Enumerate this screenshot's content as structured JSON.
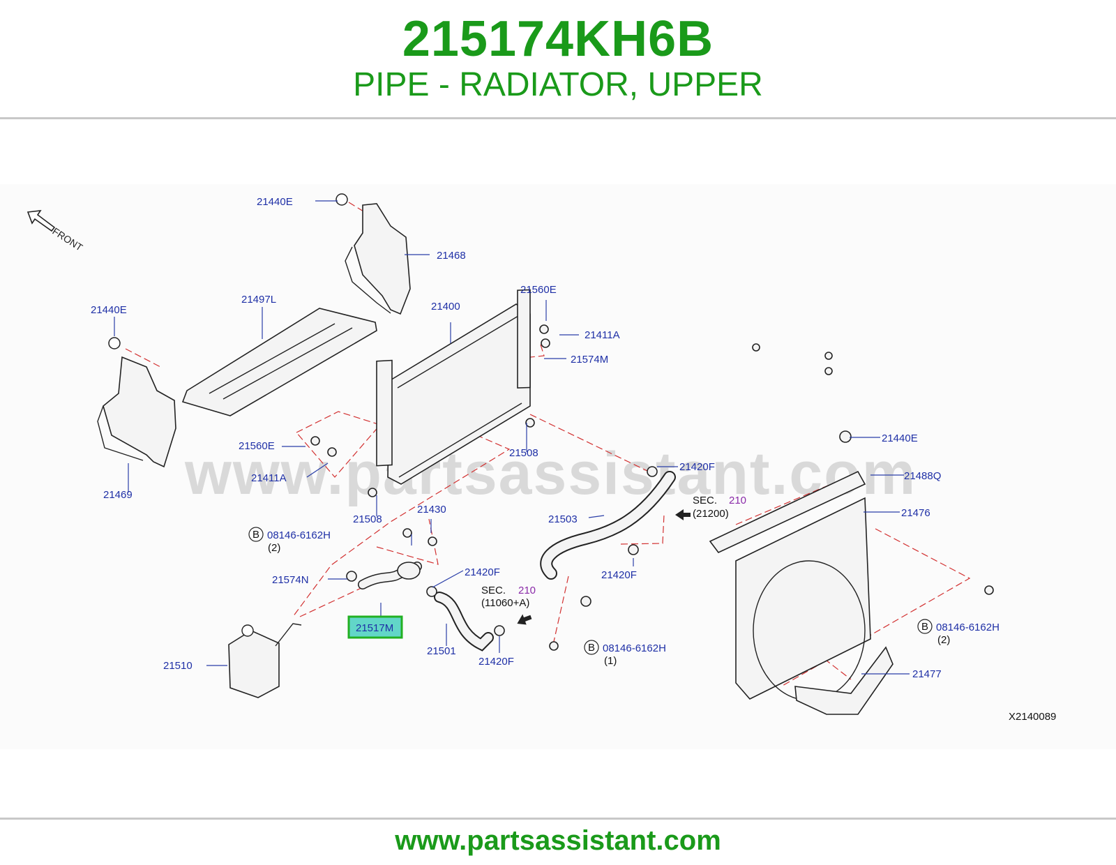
{
  "header": {
    "part_number": "215174KH6B",
    "description": "PIPE - RADIATOR, UPPER"
  },
  "diagram": {
    "watermark": "www.partsassistant.com",
    "front_label": "FRONT",
    "figure_code": "X2140089",
    "highlighted_part": "21517M",
    "labels": {
      "l21440E_top": "21440E",
      "l21468": "21468",
      "l21440E_left": "21440E",
      "l21497L": "21497L",
      "l21400": "21400",
      "l21560E_top": "21560E",
      "l21411A_top": "21411A",
      "l21574M": "21574M",
      "l21560E_left": "21560E",
      "l21411A_left": "21411A",
      "l21469": "21469",
      "l21508_right": "21508",
      "l21508_left": "21508",
      "l21420F_a": "21420F",
      "l21440E_right": "21440E",
      "l21488Q": "21488Q",
      "l21430": "21430",
      "l21503": "21503",
      "l21476": "21476",
      "l08146_a": "08146-6162H",
      "qty_a": "(2)",
      "l21574N": "21574N",
      "l21420F_b": "21420F",
      "l21420F_c": "21420F",
      "l21517M": "21517M",
      "l21501": "21501",
      "l21420F_d": "21420F",
      "l21510": "21510",
      "l08146_b": "08146-6162H",
      "qty_b": "(2)",
      "l08146_c": "08146-6162H",
      "qty_c": "(1)",
      "l21477": "21477",
      "b_mark": "B"
    },
    "sections": {
      "sec_a_prefix": "SEC.",
      "sec_a_num": "210",
      "sec_a_ref": "(21200)",
      "sec_b_prefix": "SEC.",
      "sec_b_num": "210",
      "sec_b_ref": "(11060+A)"
    }
  },
  "footer": {
    "url": "www.partsassistant.com"
  },
  "colors": {
    "brand_green": "#1a9a1a",
    "label_blue": "#1e2fa6",
    "highlight_green": "#22b022",
    "highlight_fill": "#62d6c8",
    "dash_red": "#d23030"
  }
}
